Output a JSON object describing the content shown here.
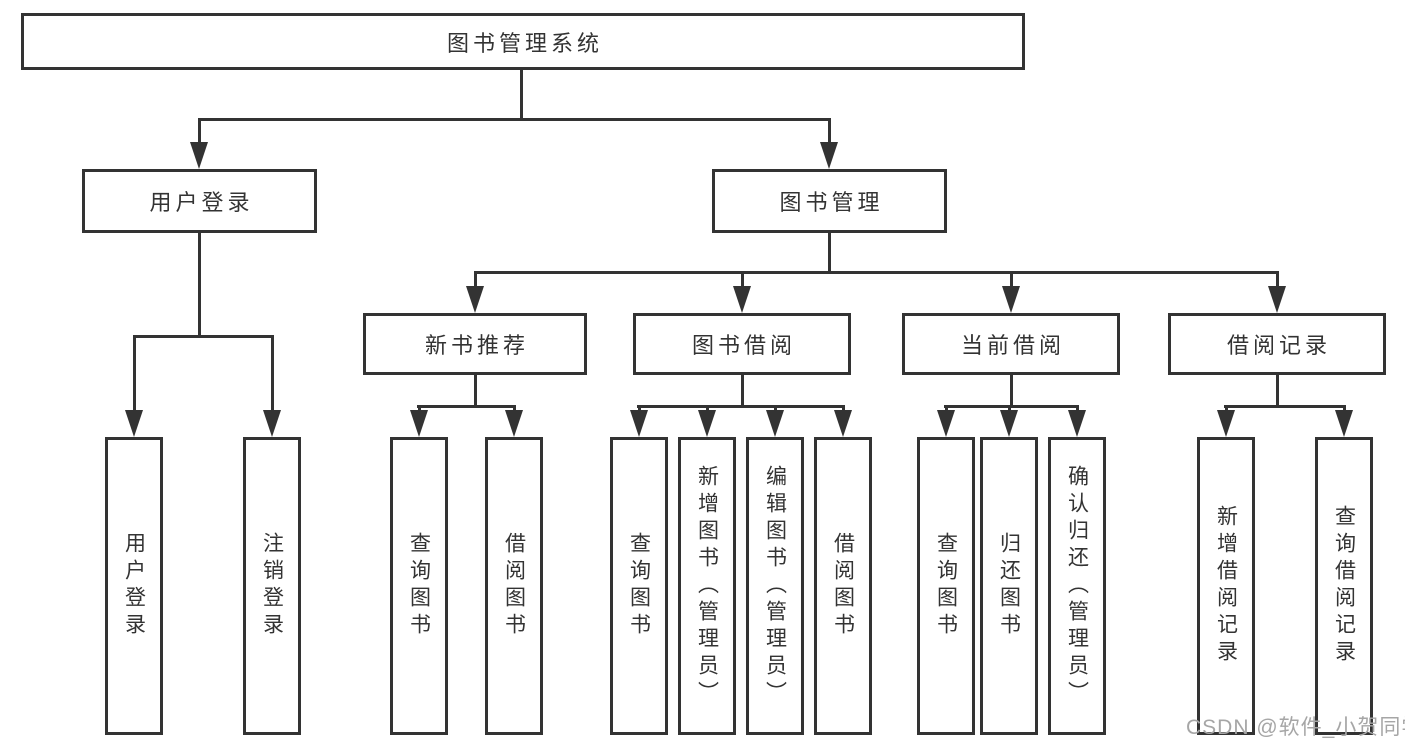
{
  "tree": {
    "root": "图书管理系统",
    "branches": {
      "login": {
        "label": "用户登录",
        "children": [
          "用户登录",
          "注销登录"
        ]
      },
      "management": {
        "label": "图书管理",
        "modules": [
          {
            "label": "新书推荐",
            "children": [
              "查询图书",
              "借阅图书"
            ]
          },
          {
            "label": "图书借阅",
            "children": [
              "查询图书",
              "新增图书（管理员）",
              "编辑图书（管理员）",
              "借阅图书"
            ]
          },
          {
            "label": "当前借阅",
            "children": [
              "查询图书",
              "归还图书",
              "确认归还（管理员）"
            ]
          },
          {
            "label": "借阅记录",
            "children": [
              "新增借阅记录",
              "查询借阅记录"
            ]
          }
        ]
      }
    }
  },
  "watermark": "CSDN @软件_小贺同学",
  "colors": {
    "line": "#333333",
    "text": "#333333",
    "background": "#ffffff",
    "watermark": "#a6a6a6"
  }
}
